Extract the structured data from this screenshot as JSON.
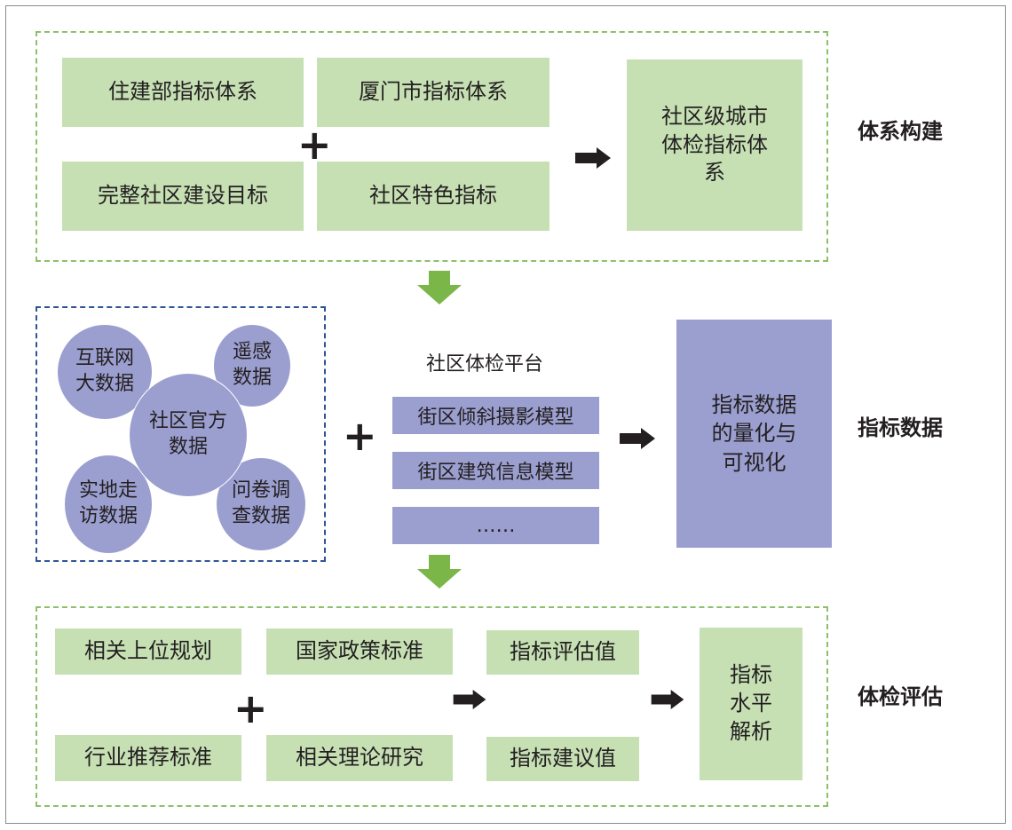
{
  "stage1": {
    "boxes": [
      "住建部指标体系",
      "厦门市指标体系",
      "完整社区建设目标",
      "社区特色指标"
    ],
    "plus": "+",
    "result": "社区级城市\n体检指标体\n系",
    "label": "体系构建"
  },
  "stage2": {
    "sources": {
      "center": "社区官方\n数据",
      "top_left": "互联网\n大数据",
      "top_right": "遥感\n数据",
      "bottom_left": "实地走\n访数据",
      "bottom_right": "问卷调\n查数据"
    },
    "plus": "+",
    "platform_title": "社区体检平台",
    "platform_items": [
      "街区倾斜摄影模型",
      "街区建筑信息模型",
      "……"
    ],
    "result": "指标数据\n的量化与\n可视化",
    "label": "指标数据"
  },
  "stage3": {
    "inputs": [
      "相关上位规划",
      "国家政策标准",
      "行业推荐标准",
      "相关理论研究"
    ],
    "plus": "+",
    "values": [
      "指标评估值",
      "指标建议值"
    ],
    "result": "指标\n水平\n解析",
    "label": "体检评估"
  },
  "colors": {
    "green_box": "#c6e0b4",
    "purple_box": "#9b9fd0",
    "green_dash": "#8cc06a",
    "blue_dash": "#2f5597",
    "down_arrow": "#7ab648"
  },
  "icons": {
    "flow_arrow": "right-arrow-icon",
    "stage_arrow": "down-arrow-icon"
  }
}
